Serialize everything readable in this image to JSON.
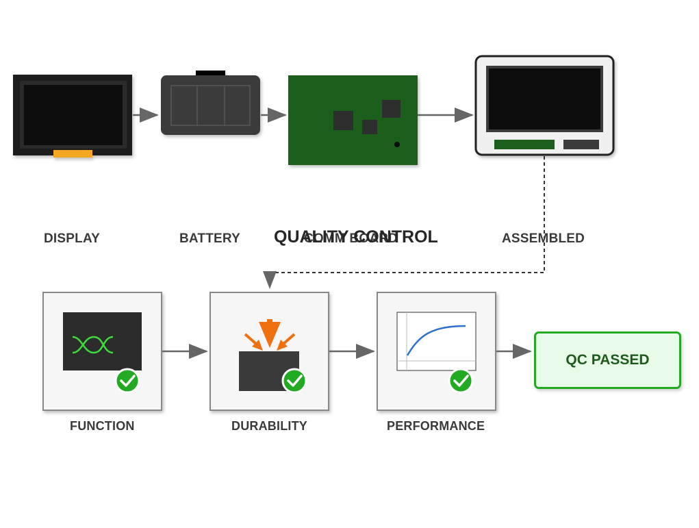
{
  "components": {
    "display_label": "DISPLAY",
    "battery_label": "BATTERY",
    "comm_board_label": "COMM BOARD",
    "assembled_label": "ASSEMBLED"
  },
  "title": "QUALITY CONTROL",
  "tests": {
    "function_label": "FUNCTION",
    "durability_label": "DURABILITY",
    "performance_label": "PERFORMANCE"
  },
  "result": {
    "label": "QC PASSED"
  },
  "colors": {
    "pcb_green": "#1f5e1f",
    "pass_green": "#22aa22",
    "arrow_orange": "#f07010",
    "curve_blue": "#2f6fd0",
    "display_tab": "#f5a623",
    "signal_green": "#3ddc3d"
  },
  "icons": [
    "check-icon",
    "signal-wave-icon",
    "impact-arrows-icon",
    "performance-curve-icon"
  ]
}
